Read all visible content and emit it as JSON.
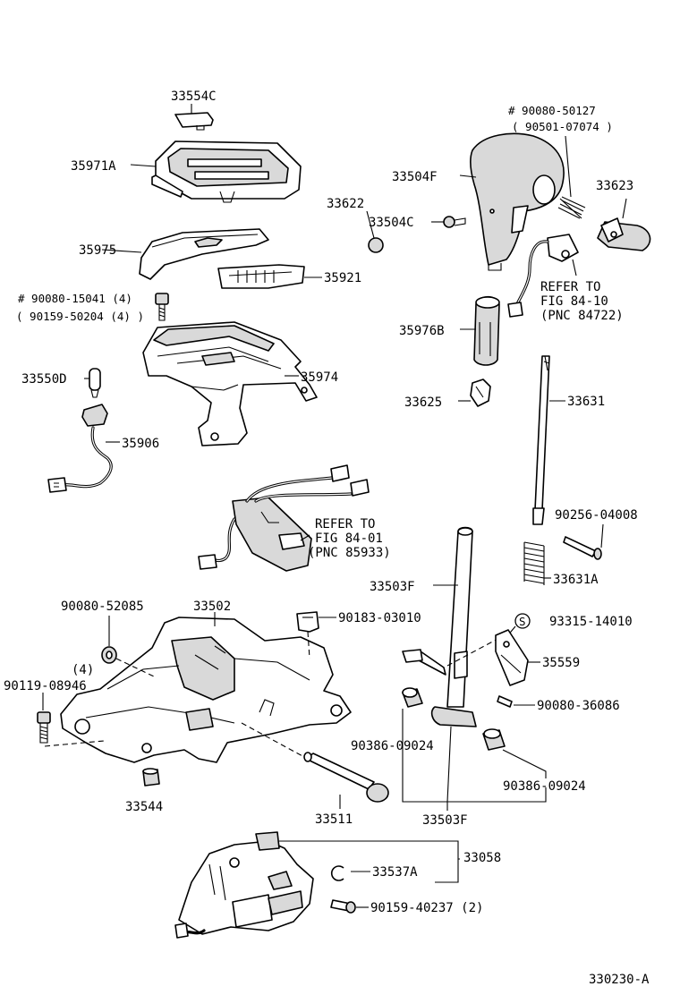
{
  "labels": {
    "p33554C": "33554C",
    "p35971A": "35971A",
    "p35975": "35975",
    "p35921": "35921",
    "p90080_15041": "# 90080-15041 (4)",
    "p90159_50204": "( 90159-50204 (4) )",
    "p35974": "35974",
    "p33550D": "33550D",
    "p35906": "35906",
    "refer1_l1": "REFER TO",
    "refer1_l2": "FIG 84-01",
    "refer1_l3": "(PNC 85933)",
    "p90080_52085": "90080-52085",
    "p33502": "33502",
    "p90183_03010": "90183-03010",
    "p4": "(4)",
    "p90119_08946": "90119-08946",
    "p33544": "33544",
    "p33511": "33511",
    "p33058": "33058",
    "p33537A": "33537A",
    "p90159_40237": "90159-40237 (2)",
    "p90080_50127": "# 90080-50127",
    "p90501_07074": "( 90501-07074 )",
    "p33504F": "33504F",
    "p33622": "33622",
    "p33504C": "33504C",
    "p33623": "33623",
    "refer2_l1": "REFER TO",
    "refer2_l2": "FIG 84-10",
    "refer2_l3": "(PNC 84722)",
    "p35976B": "35976B",
    "p33625": "33625",
    "p33631": "33631",
    "p90256_04008": "90256-04008",
    "p33631A": "33631A",
    "p33503F_top": "33503F",
    "p93315_S": "S",
    "p93315_14010": "93315-14010",
    "p35559": "35559",
    "p90080_36086": "90080-36086",
    "p90386_09024_a": "90386-09024",
    "p90386_09024_b": "90386-09024",
    "p33503F_bot": "33503F",
    "figure_code": "330230-A"
  }
}
